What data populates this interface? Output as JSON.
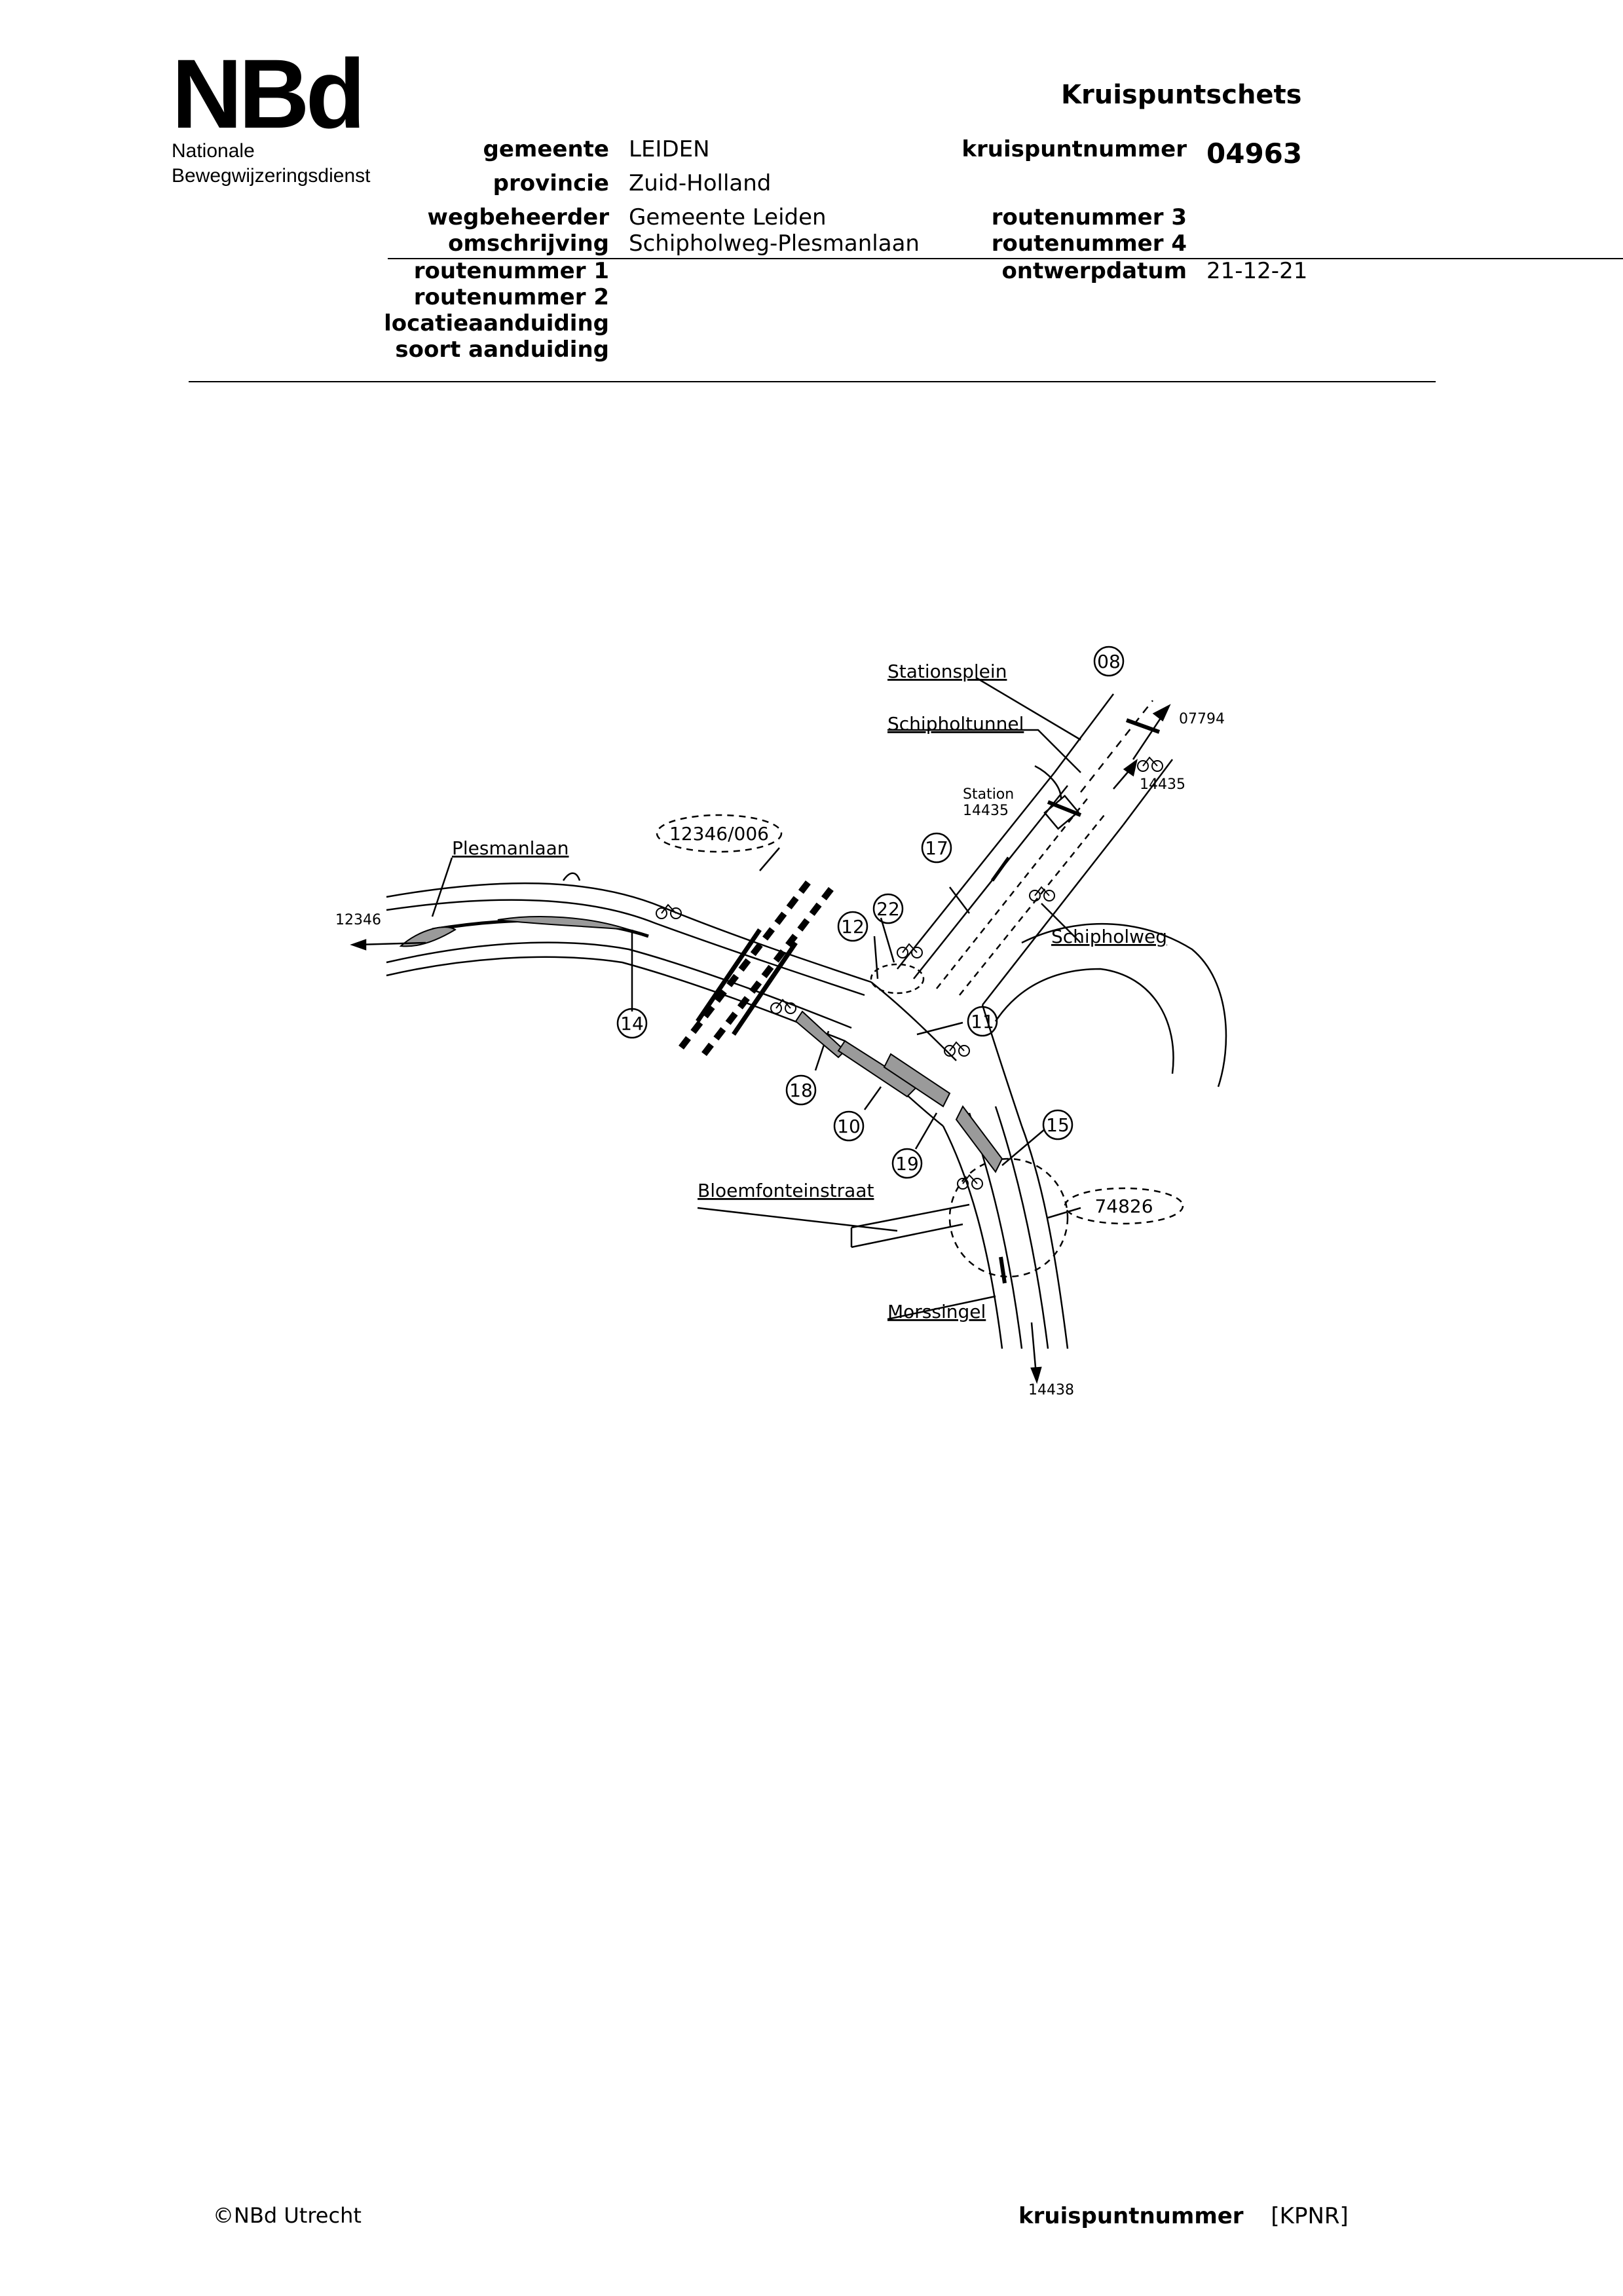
{
  "header": {
    "logo_text": "NBd",
    "org_line1": "Nationale",
    "org_line2": "Bewegwijzeringsdienst",
    "doc_title": "Kruispuntschets"
  },
  "fields": {
    "gemeente_label": "gemeente",
    "gemeente_value": "LEIDEN",
    "provincie_label": "provincie",
    "provincie_value": "Zuid-Holland",
    "wegbeheerder_label": "wegbeheerder",
    "wegbeheerder_value": "Gemeente Leiden",
    "omschrijving_label": "omschrijving",
    "omschrijving_value": "Schipholweg-Plesmanlaan",
    "routenummer1_label": "routenummer 1",
    "routenummer2_label": "routenummer 2",
    "locatie_label": "locatieaanduiding",
    "soort_label": "soort aanduiding",
    "kruispuntnummer_label": "kruispuntnummer",
    "kruispuntnummer_value": "04963",
    "routenummer3_label": "routenummer 3",
    "routenummer4_label": "routenummer 4",
    "ontwerpdatum_label": "ontwerpdatum",
    "ontwerpdatum_value": "21-12-21"
  },
  "map": {
    "street_stationsplein": "Stationsplein",
    "street_schipholtunnel": "Schipholtunnel",
    "street_plesmanlaan": "Plesmanlaan",
    "street_schipholweg": "Schipholweg",
    "street_bloemfonteinstraat": "Bloemfonteinstraat",
    "street_morssingel": "Morssingel",
    "station_label_1": "Station",
    "station_label_2": "14435",
    "ref_07794": "07794",
    "ref_14435": "14435",
    "ref_12346": "12346",
    "ref_14438": "14438",
    "ellipse_12346_006": "12346/006",
    "ellipse_74826": "74826",
    "circle_08": "08",
    "circle_17": "17",
    "circle_22": "22",
    "circle_12": "12",
    "circle_11": "11",
    "circle_14": "14",
    "circle_18": "18",
    "circle_10": "10",
    "circle_19": "19",
    "circle_15": "15"
  },
  "footer": {
    "copyright": "©NBd Utrecht",
    "kpnr_label": "kruispuntnummer",
    "kpnr_value": "[KPNR]"
  }
}
